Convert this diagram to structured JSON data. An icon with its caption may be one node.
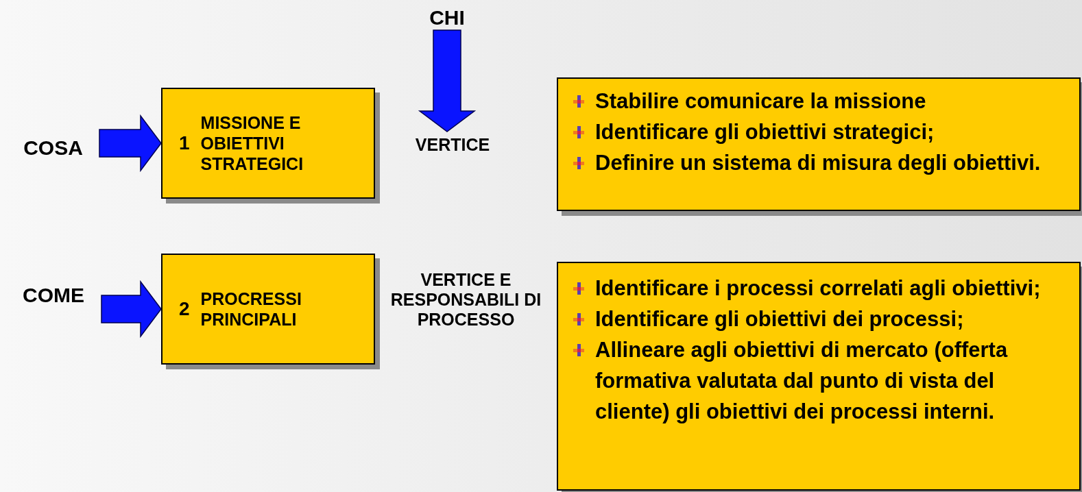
{
  "diagram": {
    "nodes": [
      {
        "text": [
          "COSA"
        ]
      },
      {
        "text": [
          "1",
          "MISSIONE E OBIETTIVI STRATEGICI"
        ]
      },
      {
        "text": [
          "CHI"
        ]
      },
      {
        "text": [
          "VERTICE"
        ]
      },
      {
        "text": [
          "Stabilire comunicare la missione",
          "Identificare gli obiettivi strategici;",
          "Definire un sistema di misura degli obiettivi."
        ]
      },
      {
        "text": [
          "COME"
        ]
      },
      {
        "text": [
          "2",
          "PROCRESSI PRINCIPALI"
        ]
      },
      {
        "text": [
          "VERTICE E RESPONSABILI DI PROCESSO"
        ]
      },
      {
        "text": [
          "Identificare i processi correlati agli obiettivi;",
          "Identificare gli obiettivi dei processi;",
          "Allineare agli obiettivi di mercato (offerta formativa valutata dal punto di vista del cliente) gli obiettivi dei processi interni."
        ]
      }
    ],
    "edges": [
      {
        "from": 0,
        "to": 1,
        "arrow": "to",
        "style": "thick"
      },
      {
        "from": 2,
        "to": 3,
        "arrow": "to",
        "style": "thick"
      },
      {
        "from": 5,
        "to": 6,
        "arrow": "to",
        "style": "thick"
      }
    ]
  }
}
